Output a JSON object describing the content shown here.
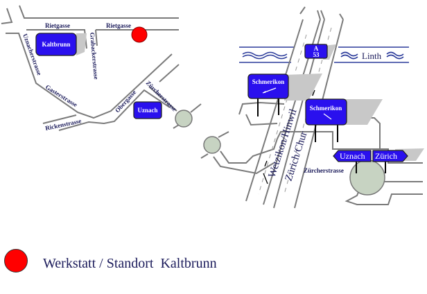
{
  "map": {
    "streets": {
      "rietgasse_1": "Rietgasse",
      "rietgasse_2": "Rietgasse",
      "uznacherstrasse": "Uznacherstrasse",
      "grabackerstrasse": "Grabackerstrasse",
      "gasterstrasse": "Gasterstrasse",
      "rickenstrasse": "Rickenstrasse",
      "obergasse": "Obergasse",
      "zuercherstrasse_1": "Zürcherstrasse",
      "zuercherstrasse_2": "Zürcherstrasse"
    },
    "places": {
      "kaltbrunn": "Kaltbrunn",
      "uznach": "Uznach"
    },
    "highway": {
      "number_a": "A",
      "number": "53",
      "direction_1": "Wetzikon/Hinwil",
      "direction_2": "Zürich/Chur"
    },
    "river": "Linth",
    "signs": {
      "schmerikon_1": "Schmerikon",
      "schmerikon_2": "Schmerikon",
      "uznach": "Uznach",
      "zuerich": "Zürich"
    },
    "colors": {
      "sign": "#2a10ee",
      "marker": "#ff0000",
      "roundabout": "#c7d3c2"
    }
  },
  "legend": {
    "label": "Werkstatt / Standort  Kaltbrunn"
  }
}
